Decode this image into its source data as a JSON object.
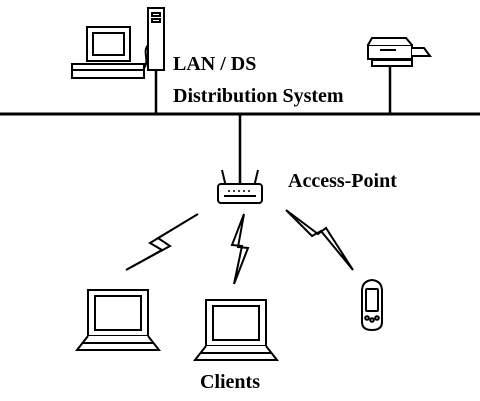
{
  "labels": {
    "lan": "LAN / DS",
    "distribution_system": "Distribution System",
    "access_point": "Access-Point",
    "clients": "Clients"
  },
  "colors": {
    "stroke": "#000000",
    "fill": "#ffffff"
  },
  "nodes": {
    "backbone": "network-backbone-line",
    "desktop": "desktop-computer-icon",
    "printer": "printer-icon",
    "access_point": "access-point-icon",
    "clients": [
      "laptop-icon",
      "laptop-icon",
      "pda-icon"
    ]
  }
}
